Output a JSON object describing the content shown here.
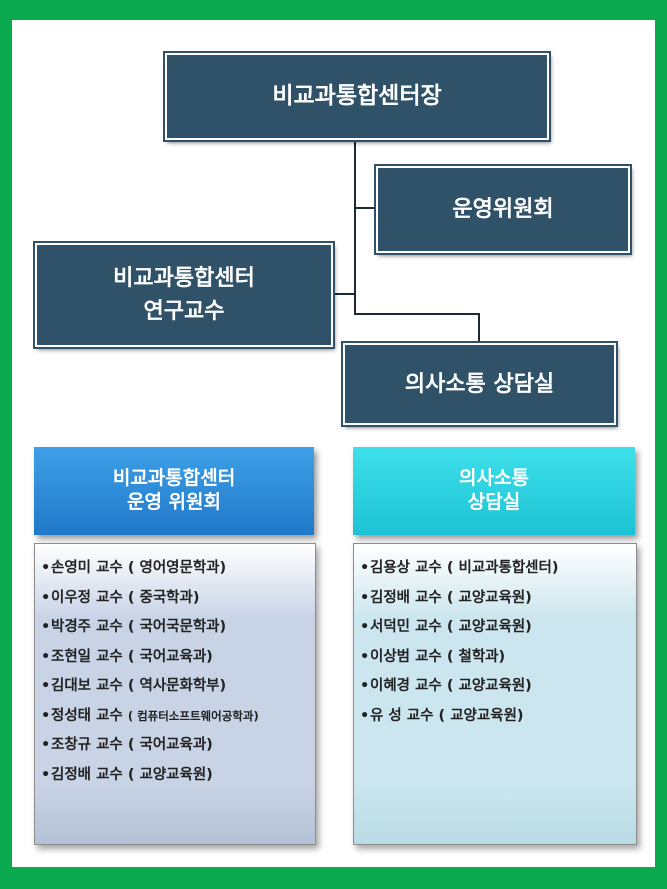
{
  "org_chart": {
    "director": "비교과통합센터장",
    "committee": "운영위원회",
    "research_professor": "비교과통합센터\n연구교수",
    "counseling_office": "의사소통 상담실"
  },
  "left_section": {
    "title": "비교과통합센터\n운영 위원회",
    "members": [
      {
        "name": "손영미 교수",
        "dept": "( 영어영문학과)"
      },
      {
        "name": "이우정 교수",
        "dept": "( 중국학과)"
      },
      {
        "name": "박경주 교수",
        "dept": "( 국어국문학과)"
      },
      {
        "name": "조현일 교수",
        "dept": "( 국어교육과)"
      },
      {
        "name": "김대보 교수",
        "dept": "( 역사문화학부)"
      },
      {
        "name": "정성태 교수",
        "dept": "( 컴퓨터소프트웨어공학과)"
      },
      {
        "name": "조창규 교수",
        "dept": "( 국어교육과)"
      },
      {
        "name": "김정배 교수",
        "dept": "( 교양교육원)"
      }
    ]
  },
  "right_section": {
    "title": "의사소통\n상담실",
    "members": [
      {
        "name": "김용상 교수",
        "dept": "( 비교과통합센터)"
      },
      {
        "name": "김정배 교수",
        "dept": "( 교양교육원)"
      },
      {
        "name": "서덕민 교수",
        "dept": "( 교양교육원)"
      },
      {
        "name": "이상범 교수",
        "dept": "( 철학과)"
      },
      {
        "name": "이혜경 교수",
        "dept": "( 교양교육원)"
      },
      {
        "name": "유  성  교수",
        "dept": "( 교양교육원)"
      }
    ]
  },
  "colors": {
    "frame": "#0aa84f",
    "box": "#2f5269",
    "header_blue": "#1f78c8",
    "header_cyan": "#1cc2d4"
  }
}
